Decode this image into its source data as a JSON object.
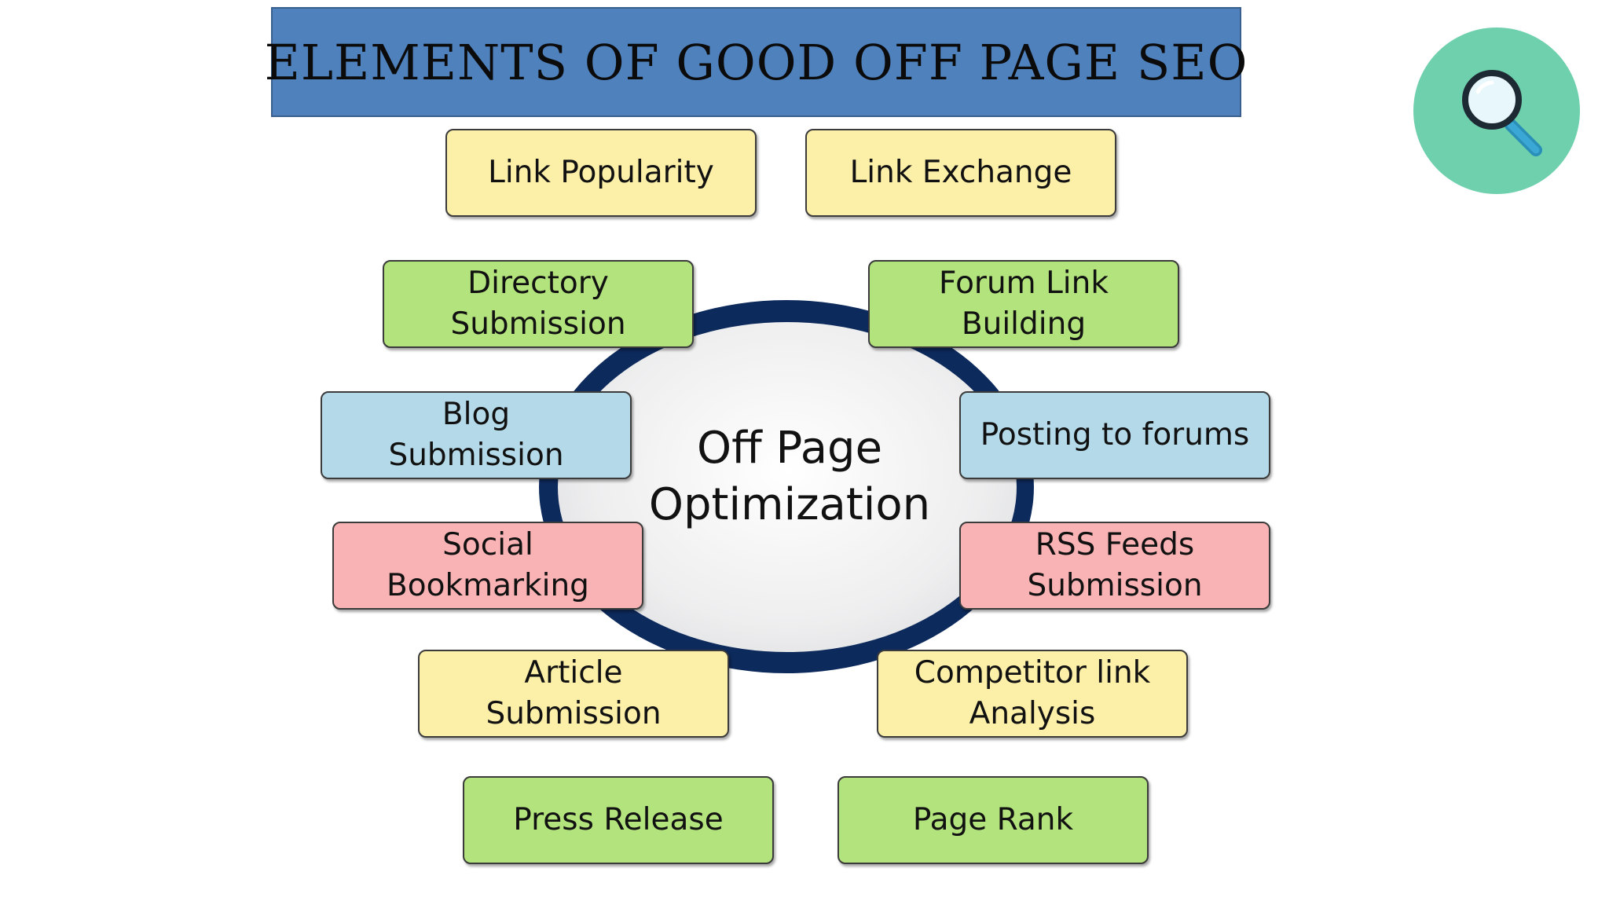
{
  "title": "ELEMENTS OF GOOD OFF PAGE SEO",
  "center": {
    "label": "Off Page\nOptimization"
  },
  "colors": {
    "title_bg": "#4f81bd",
    "yellow": "#fcefa8",
    "green": "#b3e37c",
    "blue": "#b4d9e8",
    "pink": "#f9b3b5",
    "ring": "#0d2a5c",
    "badge": "#6fd0ad"
  },
  "badge": {
    "icon": "search-icon"
  },
  "elements": {
    "link_popularity": "Link Popularity",
    "link_exchange": "Link Exchange",
    "directory_submission": "Directory\nSubmission",
    "forum_link_building": "Forum Link\nBuilding",
    "blog_submission": "Blog\nSubmission",
    "posting_to_forums": "Posting to forums",
    "social_bookmarking": "Social\nBookmarking",
    "rss_feeds_submission": "RSS Feeds\nSubmission",
    "article_submission": "Article\nSubmission",
    "competitor_link_analysis": "Competitor link\nAnalysis",
    "press_release": "Press Release",
    "page_rank": "Page Rank"
  }
}
